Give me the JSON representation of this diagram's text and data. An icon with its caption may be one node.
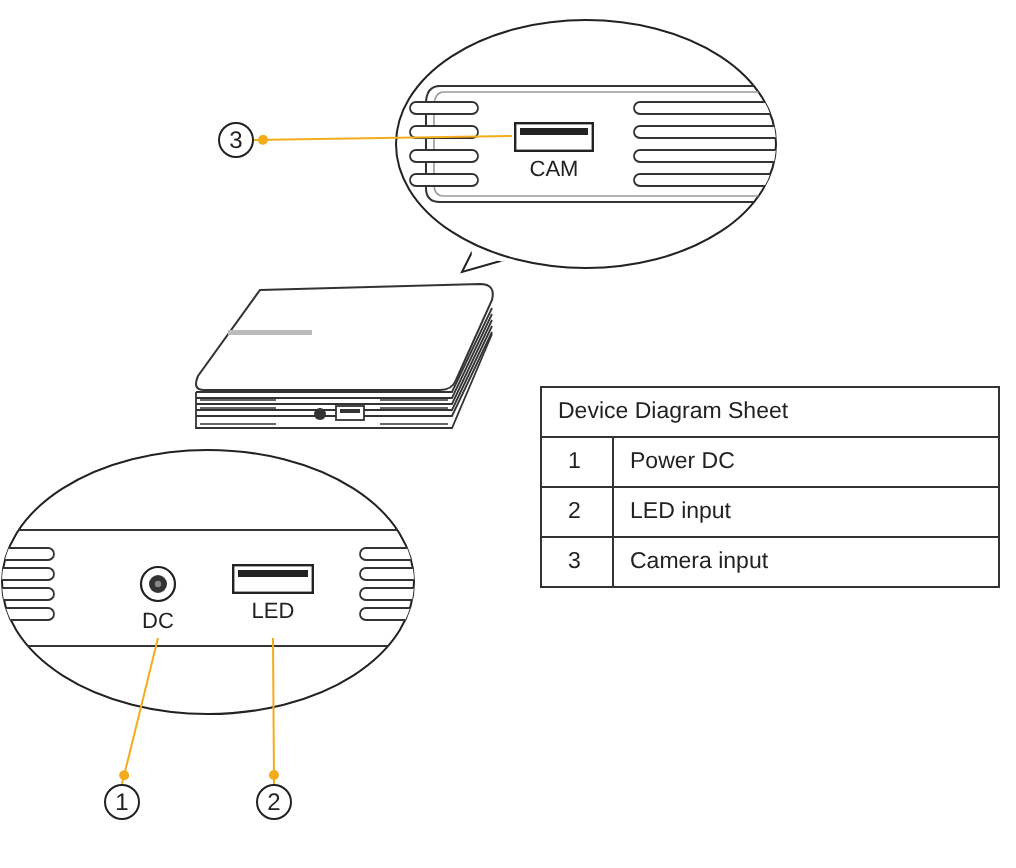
{
  "diagram": {
    "nodes": [
      {
        "text": [
          "3"
        ]
      },
      {
        "text": [
          "CAM"
        ]
      },
      {
        "text": [
          "DC"
        ]
      },
      {
        "text": [
          "LED"
        ]
      },
      {
        "text": [
          "1"
        ]
      },
      {
        "text": [
          "2"
        ]
      }
    ],
    "edges": [
      {
        "from": 0,
        "to": 1,
        "arrow": "other"
      },
      {
        "from": 4,
        "to": 2,
        "arrow": "other"
      },
      {
        "from": 5,
        "to": 3,
        "arrow": "other"
      }
    ],
    "labels": [
      "Device Diagram Sheet",
      "1",
      "Power DC",
      "2",
      "LED input",
      "3",
      "Camera input"
    ]
  }
}
